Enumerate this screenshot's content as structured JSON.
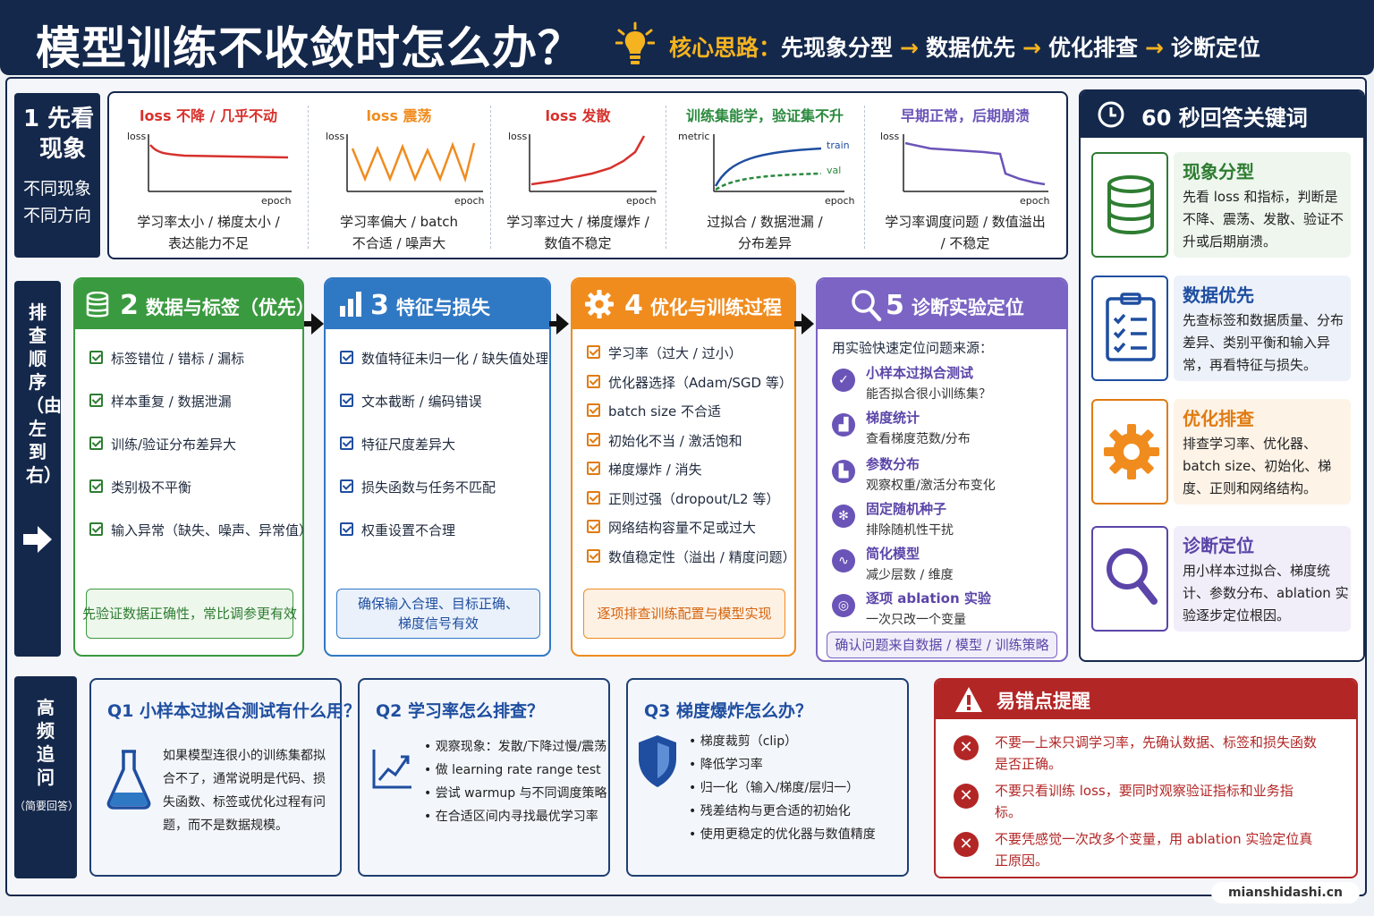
{
  "header": {
    "title": "模型训练不收敛时怎么办？",
    "core_label": "核心思路：",
    "flow": [
      "先现象分型",
      "数据优先",
      "优化排查",
      "诊断定位"
    ],
    "arrow": "→"
  },
  "section1": {
    "label": "1 先看\n  现象",
    "desc": "不同现象\n不同方向",
    "items": [
      {
        "title": "loss 不降 / 几乎不动",
        "y": "loss",
        "x": "epoch",
        "desc": "学习率太小 / 梯度太小 /\n表达能力不足",
        "color": "#d7312c"
      },
      {
        "title": "loss 震荡",
        "y": "loss",
        "x": "epoch",
        "desc": "学习率偏大 / batch\n不合适 / 噪声大",
        "color": "#f08c1e"
      },
      {
        "title": "loss 发散",
        "y": "loss",
        "x": "epoch",
        "desc": "学习率过大 / 梯度爆炸 /\n数值不稳定",
        "color": "#d7312c"
      },
      {
        "title": "训练集能学，验证集不升",
        "y": "metric",
        "x": "epoch",
        "desc": "过拟合 / 数据泄漏 /\n分布差异",
        "color": "#2b8a3e",
        "series": [
          "train",
          "val"
        ]
      },
      {
        "title": "早期正常，后期崩溃",
        "y": "loss",
        "x": "epoch",
        "desc": "学习率调度问题 / 数值溢出\n/ 不稳定",
        "color": "#6b54b8"
      }
    ]
  },
  "section2": {
    "label": "排查顺序（由左到右）",
    "panels": [
      {
        "num": "2",
        "title": "数据与标签（优先）",
        "color": "#3a9a3f",
        "items": [
          "标签错位 / 错标 / 漏标",
          "样本重复 / 数据泄漏",
          "训练/验证分布差异大",
          "类别极不平衡",
          "输入异常（缺失、噪声、异常值）"
        ],
        "footer": "先验证数据正确性，常比调参更有效"
      },
      {
        "num": "3",
        "title": "特征与损失",
        "color": "#2f78c4",
        "items": [
          "数值特征未归一化 / 缺失值处理不当",
          "文本截断 / 编码错误",
          "特征尺度差异大",
          "损失函数与任务不匹配",
          "权重设置不合理"
        ],
        "footer": "确保输入合理、目标正确、\n梯度信号有效"
      },
      {
        "num": "4",
        "title": "优化与训练过程",
        "color": "#f08c1e",
        "items": [
          "学习率（过大 / 过小）",
          "优化器选择（Adam/SGD 等）",
          "batch size 不合适",
          "初始化不当 / 激活饱和",
          "梯度爆炸 / 消失",
          "正则过强（dropout/L2 等）",
          "网络结构容量不足或过大",
          "数值稳定性（溢出 / 精度问题）"
        ],
        "footer": "逐项排查训练配置与模型实现"
      },
      {
        "num": "5",
        "title": "诊断实验定位",
        "color": "#7b64c4",
        "intro": "用实验快速定位问题来源：",
        "items": [
          {
            "title": "小样本过拟合测试",
            "desc": "能否拟合很小训练集？",
            "icon": "check-icon"
          },
          {
            "title": "梯度统计",
            "desc": "查看梯度范数/分布",
            "icon": "gradient-chart-icon"
          },
          {
            "title": "参数分布",
            "desc": "观察权重/激活分布变化",
            "icon": "histogram-icon"
          },
          {
            "title": "固定随机种子",
            "desc": "排除随机性干扰",
            "icon": "seed-icon"
          },
          {
            "title": "简化模型",
            "desc": "减少层数 / 维度",
            "icon": "simplify-icon"
          },
          {
            "title": "逐项 ablation 实验",
            "desc": "一次只改一个变量",
            "icon": "ablation-icon"
          }
        ],
        "footer": "确认问题来自数据 / 模型 / 训练策略"
      }
    ]
  },
  "keywords": {
    "title": "60 秒回答关键词",
    "items": [
      {
        "title": "现象分型",
        "desc": "先看 loss 和指标，判断是不降、震荡、发散、验证不升或后期崩溃。",
        "color": "#2e7d32",
        "bg": "#eef6ee",
        "icon": "database-icon"
      },
      {
        "title": "数据优先",
        "desc": "先查标签和数据质量、分布差异、类别平衡和输入异常，再看特征与损失。",
        "color": "#1f4ea0",
        "bg": "#edf2fa",
        "icon": "checklist-icon"
      },
      {
        "title": "优化排查",
        "desc": "排查学习率、优化器、batch size、初始化、梯度、正则和网络结构。",
        "color": "#e07b12",
        "bg": "#fdf3e7",
        "icon": "gear-icon"
      },
      {
        "title": "诊断定位",
        "desc": "用小样本过拟合、梯度统计、参数分布、ablation 实验逐步定位根因。",
        "color": "#5b45a8",
        "bg": "#f1eefa",
        "icon": "magnifier-icon"
      }
    ]
  },
  "section3": {
    "label": "高频追问",
    "sub": "（简要回答）",
    "q1": {
      "title": "Q1 小样本过拟合测试有什么用？",
      "body": "如果模型连很小的训练集都拟合不了，通常说明是代码、损失函数、标签或优化过程有问题，而不是数据规模。"
    },
    "q2": {
      "title": "Q2 学习率怎么排查？",
      "items": [
        "观察现象：发散/下降过慢/震荡",
        "做 learning rate range test",
        "尝试 warmup 与不同调度策略",
        "在合适区间内寻找最优学习率"
      ]
    },
    "q3": {
      "title": "Q3 梯度爆炸怎么办？",
      "items": [
        "梯度裁剪（clip）",
        "降低学习率",
        "归一化（输入/梯度/层归一）",
        "残差结构与更合适的初始化",
        "使用更稳定的优化器与数值精度"
      ]
    }
  },
  "pitfalls": {
    "title": "易错点提醒",
    "items": [
      "不要一上来只调学习率，先确认数据、标签和损失函数是否正确。",
      "不要只看训练 loss，要同时观察验证指标和业务指标。",
      "不要凭感觉一次改多个变量，用 ablation 实验定位真正原因。"
    ]
  },
  "watermark": "mianshidashi.cn"
}
